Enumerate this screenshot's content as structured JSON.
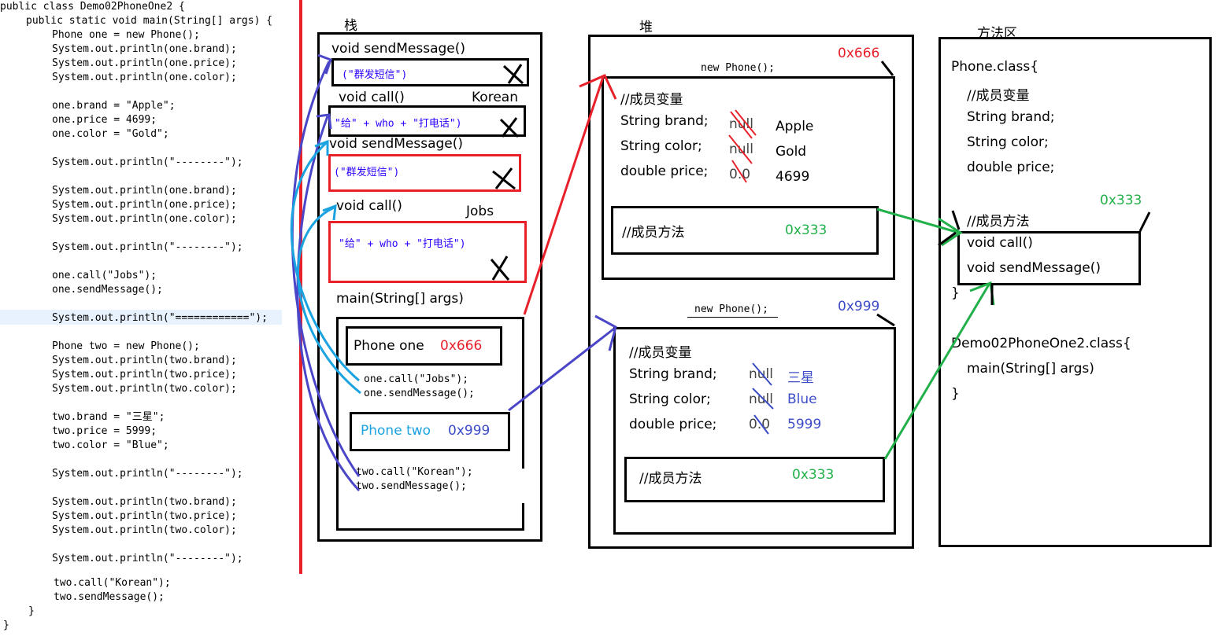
{
  "code": {
    "line_class": "public class Demo02PhoneOne2 {",
    "line_main": "public static void main(String[] args) {",
    "line_new_one": "Phone one = new Phone();",
    "line_p_one_brand": "System.out.println(one.brand);",
    "line_p_one_price": "System.out.println(one.price);",
    "line_p_one_color": "System.out.println(one.color);",
    "line_set_one_brand": "one.brand = \"Apple\";",
    "line_set_one_price": "one.price = 4699;",
    "line_set_one_color": "one.color = \"Gold\";",
    "line_sep1": "System.out.println(\"--------\");",
    "line_p_one_brand2": "System.out.println(one.brand);",
    "line_p_one_price2": "System.out.println(one.price);",
    "line_p_one_color2": "System.out.println(one.color);",
    "line_sep2": "System.out.println(\"--------\");",
    "line_call_jobs": "one.call(\"Jobs\");",
    "line_send_one": "one.sendMessage();",
    "line_sep_eq": "System.out.println(\"============\");",
    "line_new_two": "Phone two = new Phone();",
    "line_p_two_brand": "System.out.println(two.brand);",
    "line_p_two_price": "System.out.println(two.price);",
    "line_p_two_color": "System.out.println(two.color);",
    "line_set_two_brand": "two.brand = \"三星\";",
    "line_set_two_price": "two.price = 5999;",
    "line_set_two_color": "two.color = \"Blue\";",
    "line_sep3": "System.out.println(\"--------\");",
    "line_p_two_brand2": "System.out.println(two.brand);",
    "line_p_two_price2": "System.out.println(two.price);",
    "line_p_two_color2": "System.out.println(two.color);",
    "line_sep4": "System.out.println(\"--------\");",
    "line_call_korean": "two.call(\"Korean\");",
    "line_send_two": "two.sendMessage();",
    "line_close_main": "}",
    "line_close_class": "}"
  },
  "stack": {
    "title": "栈",
    "frame1_name": "void sendMessage()",
    "frame1_body": "(\"群发短信\")",
    "frame2_name": "void call()",
    "frame2_arg": "Korean",
    "frame2_body": "\"给\" + who + \"打电话\")",
    "frame3_name": "void sendMessage()",
    "frame3_body": "(\"群发短信\")",
    "frame4_name": "void call()",
    "frame4_arg": "Jobs",
    "frame4_body": "\"给\" + who + \"打电话\")",
    "main_name": "main(String[] args)",
    "var_one_name": "Phone one",
    "var_one_addr": "0x666",
    "one_call": "one.call(\"Jobs\");",
    "one_send": "one.sendMessage();",
    "var_two_name": "Phone two",
    "var_two_addr": "0x999",
    "two_call": "two.call(\"Korean\");",
    "two_send": "two.sendMessage();"
  },
  "heap": {
    "title": "堆",
    "obj1": {
      "new_label": "new Phone();",
      "addr": "0x666",
      "vars_title": "//成员变量",
      "brand_decl": "String brand;",
      "brand_default": "null",
      "brand_value": "Apple",
      "color_decl": "String color;",
      "color_default": "null",
      "color_value": "Gold",
      "price_decl": "double price;",
      "price_default": "0.0",
      "price_value": "4699",
      "methods_title": "//成员方法",
      "methods_addr": "0x333"
    },
    "obj2": {
      "new_label": "new Phone();",
      "addr": "0x999",
      "vars_title": "//成员变量",
      "brand_decl": "String brand;",
      "brand_default": "null",
      "brand_value": "三星",
      "color_decl": "String color;",
      "color_default": "null",
      "color_value": "Blue",
      "price_decl": "double price;",
      "price_default": "0.0",
      "price_value": "5999",
      "methods_title": "//成员方法",
      "methods_addr": "0x333"
    }
  },
  "method_area": {
    "title": "方法区",
    "phone_class": "Phone.class{",
    "vars_title": "//成员变量",
    "brand_decl": "String brand;",
    "color_decl": "String color;",
    "price_decl": "double price;",
    "methods_addr": "0x333",
    "methods_title": "//成员方法",
    "method_call": "void call()",
    "method_send": "void sendMessage()",
    "close1": "}",
    "demo_class": "Demo02PhoneOne2.class{",
    "main_sig": "main(String[] args)",
    "close2": "}"
  },
  "colors": {
    "red": "#e8202a",
    "blue_arrow": "#4b46c8",
    "cyan_arrow": "#1aa3e0",
    "green_arrow": "#22b04a",
    "green_text": "#22b04a",
    "blue_text": "#3c4cc8",
    "cyan_text": "#1aa3e0"
  }
}
